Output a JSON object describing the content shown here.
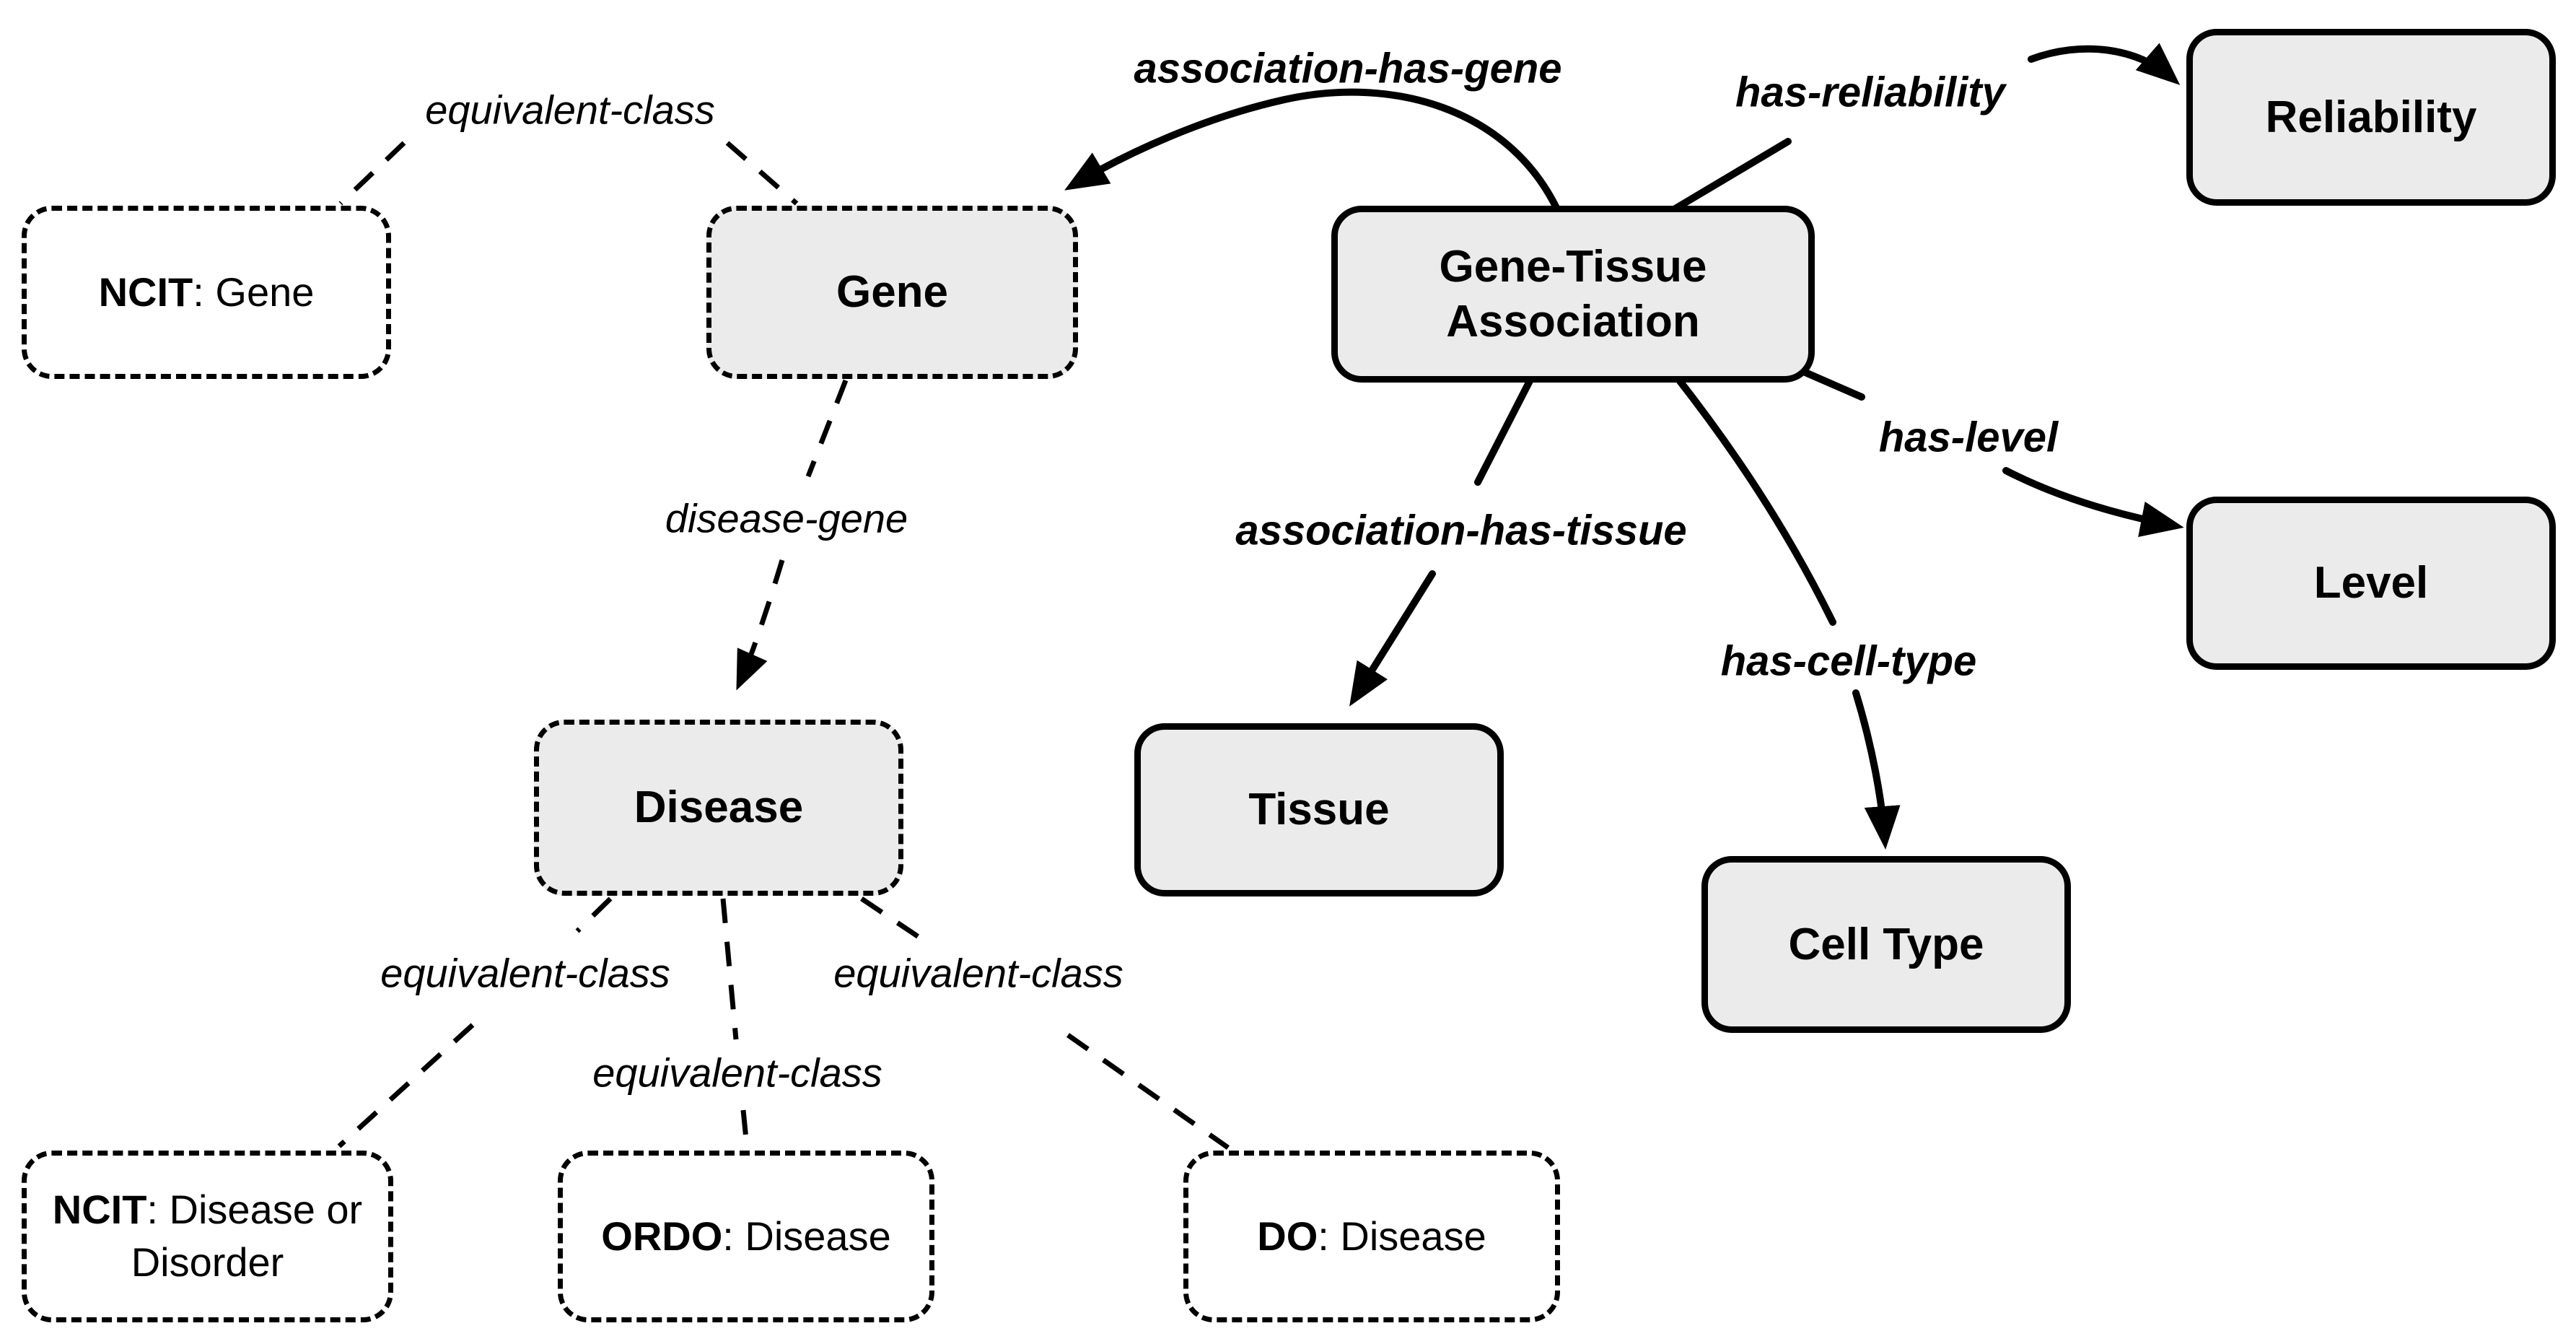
{
  "diagram": {
    "nodes": {
      "gta": {
        "label": "Gene-Tissue Association"
      },
      "gene": {
        "label": "Gene"
      },
      "disease": {
        "label": "Disease"
      },
      "tissue": {
        "label": "Tissue"
      },
      "cell_type": {
        "label": "Cell Type"
      },
      "reliability": {
        "label": "Reliability"
      },
      "level": {
        "label": "Level"
      },
      "ncit_gene": {
        "prefix": "NCIT",
        "rest": ": Gene"
      },
      "ncit_disease": {
        "prefix": "NCIT",
        "rest": ": Disease or Disorder"
      },
      "ordo_disease": {
        "prefix": "ORDO",
        "rest": ": Disease"
      },
      "do_disease": {
        "prefix": "DO",
        "rest": ": Disease"
      }
    },
    "edges": {
      "association_has_gene": "association-has-gene",
      "has_reliability": "has-reliability",
      "has_level": "has-level",
      "association_has_tissue": "association-has-tissue",
      "has_cell_type": "has-cell-type",
      "disease_gene": "disease-gene",
      "equivalent_class_top": "equivalent-class",
      "equivalent_class_bottom_left": "equivalent-class",
      "equivalent_class_bottom_mid": "equivalent-class",
      "equivalent_class_bottom_right": "equivalent-class"
    },
    "colors": {
      "node_fill": "#ebebeb",
      "node_stroke": "#000000",
      "text": "#000000",
      "background": "#ffffff"
    }
  }
}
